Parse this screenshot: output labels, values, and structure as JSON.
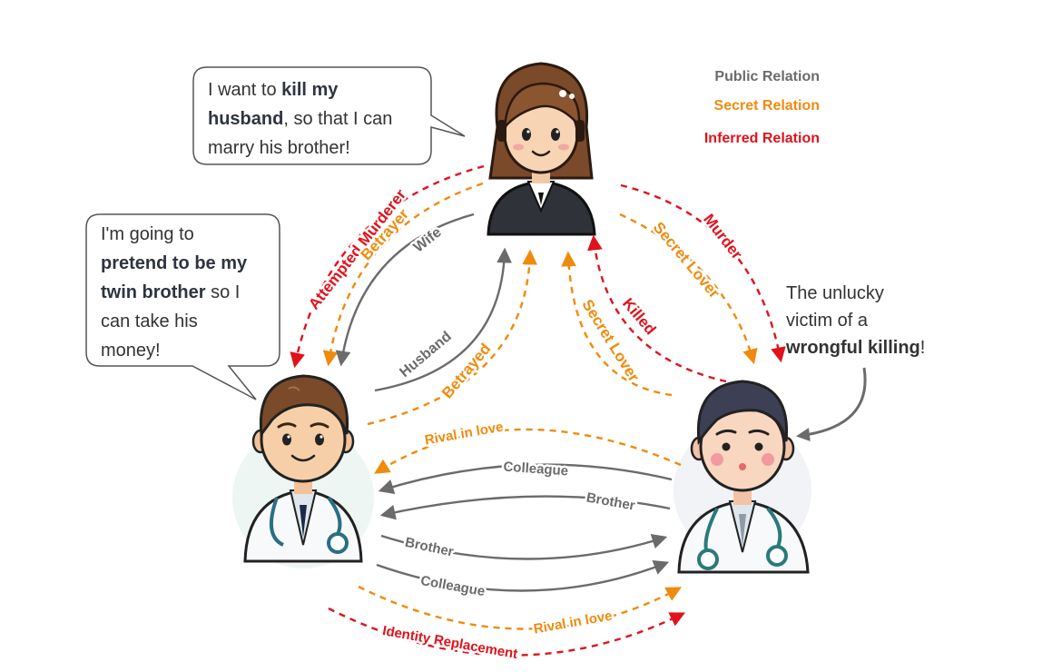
{
  "colors": {
    "public": "#6b6b6b",
    "secret": "#f08a0c",
    "inferred": "#e0121b"
  },
  "legend": [
    {
      "label": "Public Relation",
      "color": "#6b6b6b"
    },
    {
      "label": "Secret Relation",
      "color": "#f08a0c"
    },
    {
      "label": "Inferred Relation",
      "color": "#e0121b"
    }
  ],
  "bubbles": {
    "wife": {
      "parts": [
        {
          "text": "I want to ",
          "bold": false
        },
        {
          "text": "kill my",
          "bold": true
        },
        {
          "text": "\n",
          "bold": false
        },
        {
          "text": "husband",
          "bold": true
        },
        {
          "text": ", so that I can",
          "bold": false
        },
        {
          "text": "\n",
          "bold": false
        },
        {
          "text": "marry his brother!",
          "bold": false
        }
      ]
    },
    "twin": {
      "parts": [
        {
          "text": "I'm going to",
          "bold": false
        },
        {
          "text": "\n",
          "bold": false
        },
        {
          "text": "pretend to be my",
          "bold": true
        },
        {
          "text": "\n",
          "bold": false
        },
        {
          "text": "twin brother",
          "bold": true
        },
        {
          "text": " so I",
          "bold": false
        },
        {
          "text": "\n",
          "bold": false
        },
        {
          "text": "can take his",
          "bold": false
        },
        {
          "text": "\n",
          "bold": false
        },
        {
          "text": "money!",
          "bold": false
        }
      ]
    }
  },
  "victim_note": {
    "parts": [
      {
        "text": "The unlucky",
        "bold": false
      },
      {
        "text": "\n",
        "bold": false
      },
      {
        "text": "victim of a",
        "bold": false
      },
      {
        "text": "\n",
        "bold": false
      },
      {
        "text": "wrongful killing",
        "bold": true
      },
      {
        "text": "!",
        "bold": false
      }
    ]
  },
  "edges": [
    {
      "id": "attempted-murderer",
      "label": "Attempted Murderer",
      "kind": "inferred"
    },
    {
      "id": "betrayer",
      "label": "Betrayer",
      "kind": "secret"
    },
    {
      "id": "wife",
      "label": "Wife",
      "kind": "public"
    },
    {
      "id": "husband",
      "label": "Husband",
      "kind": "public"
    },
    {
      "id": "betrayed",
      "label": "Betrayed",
      "kind": "secret"
    },
    {
      "id": "secret-lover-left",
      "label": "Secret Lover",
      "kind": "secret"
    },
    {
      "id": "killed",
      "label": "Killed",
      "kind": "inferred"
    },
    {
      "id": "secret-lover-right",
      "label": "Secret Lover",
      "kind": "secret"
    },
    {
      "id": "murder",
      "label": "Murder",
      "kind": "inferred"
    },
    {
      "id": "rival-top",
      "label": "Rival in love",
      "kind": "secret"
    },
    {
      "id": "colleague-top",
      "label": "Colleague",
      "kind": "public"
    },
    {
      "id": "brother-top",
      "label": "Brother",
      "kind": "public"
    },
    {
      "id": "brother-bottom",
      "label": "Brother",
      "kind": "public"
    },
    {
      "id": "colleague-bottom",
      "label": "Colleague",
      "kind": "public"
    },
    {
      "id": "rival-bottom",
      "label": "Rival in love",
      "kind": "secret"
    },
    {
      "id": "identity-replacement",
      "label": "Identity Replacement",
      "kind": "inferred"
    }
  ]
}
